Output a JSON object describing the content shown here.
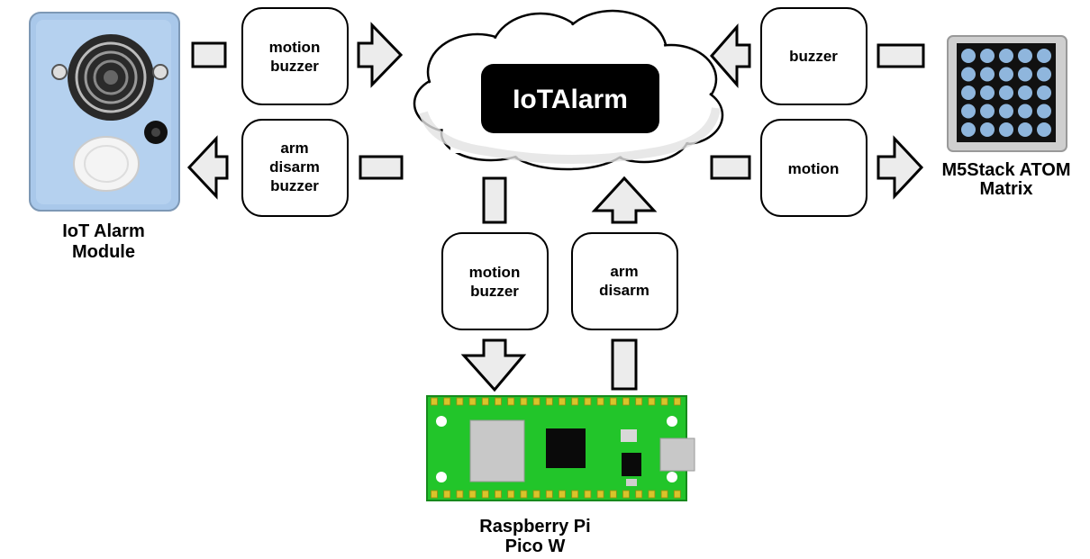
{
  "cloud": {
    "label": "IoTAlarm"
  },
  "devices": {
    "alarm_module": {
      "line1": "IoT Alarm",
      "line2": "Module"
    },
    "atom_matrix": {
      "line1": "M5Stack ATOM",
      "line2": "Matrix"
    },
    "pico": {
      "line1": "Raspberry Pi",
      "line2": "Pico W"
    }
  },
  "messages": {
    "module_to_cloud": [
      "motion",
      "buzzer"
    ],
    "cloud_to_module": [
      "arm",
      "disarm",
      "buzzer"
    ],
    "cloud_to_pico": [
      "motion",
      "buzzer"
    ],
    "pico_to_cloud": [
      "arm",
      "disarm"
    ],
    "matrix_to_cloud": [
      "buzzer"
    ],
    "cloud_to_matrix": [
      "motion"
    ]
  },
  "colors": {
    "arrow_fill": "#ececec",
    "module_blue": "#a9c8ea",
    "pcb_green": "#22c52a",
    "matrix_led": "#8fb6dd",
    "cloud_label_bg": "#000000"
  }
}
